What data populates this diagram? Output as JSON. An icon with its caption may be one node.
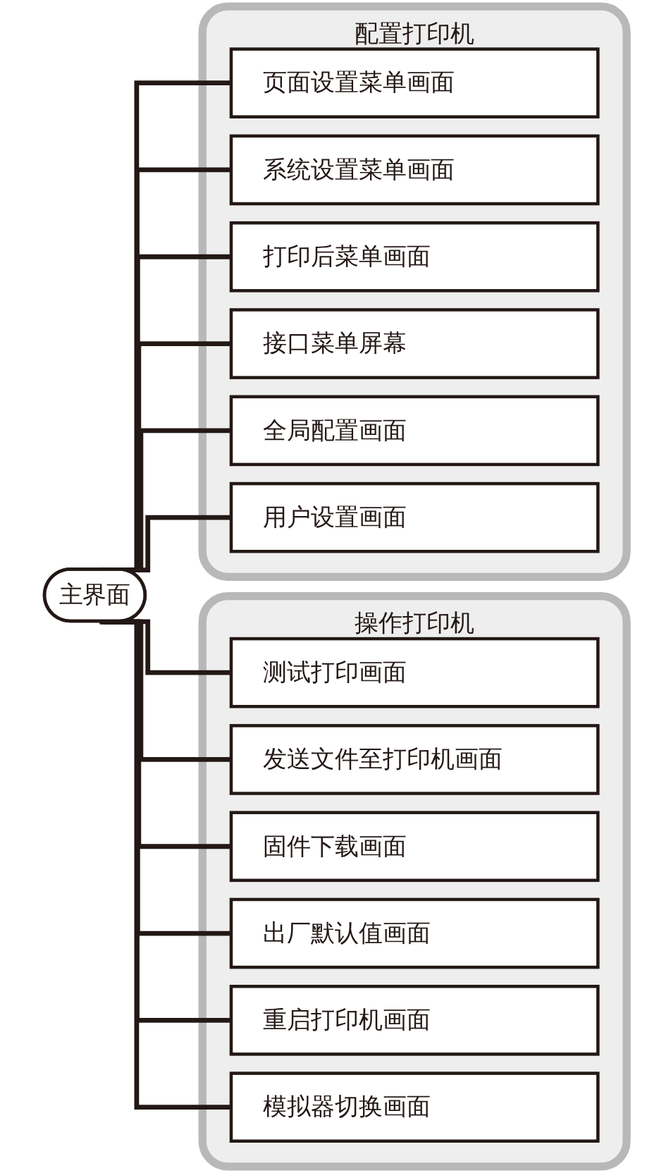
{
  "diagram": {
    "nodes": [
      {
        "text": [
          "主界面"
        ]
      },
      {
        "text": [
          "配置打印机"
        ]
      },
      {
        "text": [
          "页面设置菜单画面"
        ],
        "in": 1
      },
      {
        "text": [
          "系统设置菜单画面"
        ],
        "in": 1
      },
      {
        "text": [
          "打印后菜单画面"
        ],
        "in": 1
      },
      {
        "text": [
          "接口菜单屏幕"
        ],
        "in": 1
      },
      {
        "text": [
          "全局配置画面"
        ],
        "in": 1
      },
      {
        "text": [
          "用户设置画面"
        ],
        "in": 1
      },
      {
        "text": [
          "操作打印机"
        ]
      },
      {
        "text": [
          "测试打印画面"
        ],
        "in": 8
      },
      {
        "text": [
          "发送文件至打印机画面"
        ],
        "in": 8
      },
      {
        "text": [
          "固件下载画面"
        ],
        "in": 8
      },
      {
        "text": [
          "出厂默认值画面"
        ],
        "in": 8
      },
      {
        "text": [
          "重启打印机画面"
        ],
        "in": 8
      },
      {
        "text": [
          "模拟器切换画面"
        ],
        "in": 8
      }
    ],
    "edges": [
      {
        "from": 0,
        "to": 2,
        "arrow": "none"
      },
      {
        "from": 0,
        "to": 3,
        "arrow": "none"
      },
      {
        "from": 0,
        "to": 4,
        "arrow": "none"
      },
      {
        "from": 0,
        "to": 5,
        "arrow": "none"
      },
      {
        "from": 0,
        "to": 6,
        "arrow": "none"
      },
      {
        "from": 0,
        "to": 7,
        "arrow": "none"
      },
      {
        "from": 0,
        "to": 9,
        "arrow": "none"
      },
      {
        "from": 0,
        "to": 10,
        "arrow": "none"
      },
      {
        "from": 0,
        "to": 11,
        "arrow": "none"
      },
      {
        "from": 0,
        "to": 12,
        "arrow": "none"
      },
      {
        "from": 0,
        "to": 13,
        "arrow": "none"
      },
      {
        "from": 0,
        "to": 14,
        "arrow": "none"
      }
    ]
  }
}
